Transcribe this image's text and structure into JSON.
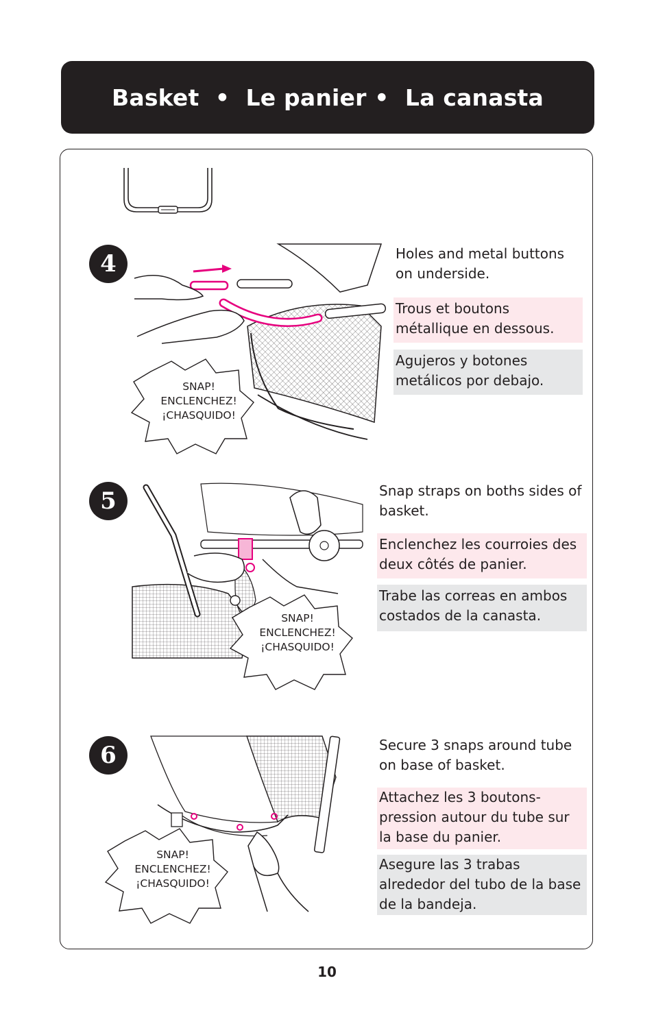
{
  "header": {
    "title": "Basket  •  Le panier •  La canasta"
  },
  "steps": [
    {
      "number": "4",
      "en": "Holes and metal buttons on underside.",
      "fr": "Trous et boutons métallique en dessous.",
      "es": "Agujeros y botones metálicos por debajo.",
      "burst": [
        "SNAP!",
        "ENCLENCHEZ!",
        "¡CHASQUIDO!"
      ]
    },
    {
      "number": "5",
      "en": "Snap straps on boths sides of basket.",
      "fr": "Enclenchez les courroies des deux côtés de panier.",
      "es": "Trabe las correas en ambos costados de la canasta.",
      "burst": [
        "SNAP!",
        "ENCLENCHEZ!",
        "¡CHASQUIDO!"
      ]
    },
    {
      "number": "6",
      "en": "Secure 3 snaps around tube on base of basket.",
      "fr": "Attachez les 3 boutons-pression autour du tube sur la base du panier.",
      "es": "Asegure las 3 trabas alrededor del tubo de la base de la bandeja.",
      "burst": [
        "SNAP!",
        "ENCLENCHEZ!",
        "¡CHASQUIDO!"
      ]
    }
  ],
  "page_number": "10",
  "colors": {
    "accent": "#e6007e",
    "dark": "#231f20",
    "pink_bg": "#fde8ec",
    "gray_bg": "#e6e7e8"
  },
  "icons": [
    "basket-tube-icon",
    "snap-burst-icon"
  ]
}
